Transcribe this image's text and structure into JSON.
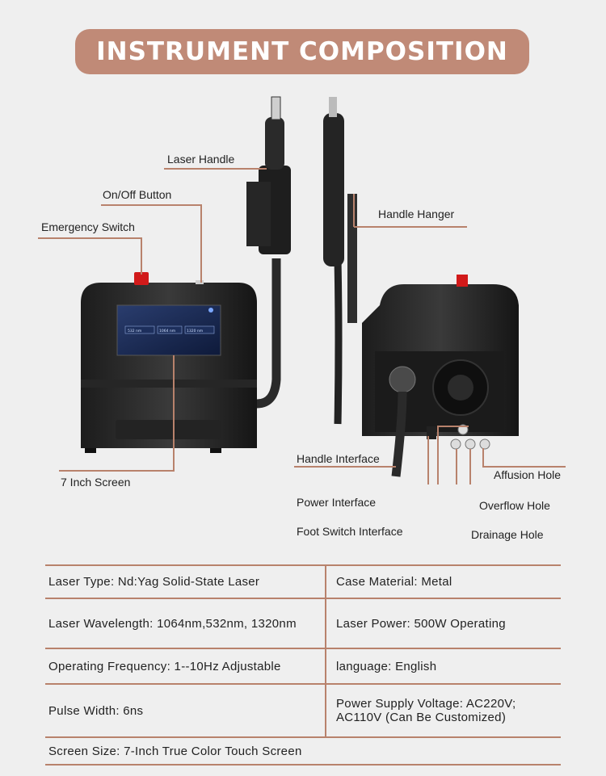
{
  "title": "INSTRUMENT COMPOSITION",
  "callouts": {
    "laser_handle": "Laser Handle",
    "on_off_button": "On/Off Button",
    "emergency_switch": "Emergency Switch",
    "handle_hanger": "Handle Hanger",
    "seven_inch_screen": "7 Inch Screen",
    "handle_interface": "Handle Interface",
    "affusion_hole": "Affusion Hole",
    "power_interface": "Power Interface",
    "overflow_hole": "Overflow Hole",
    "foot_switch_interface": "Foot Switch Interface",
    "drainage_hole": "Drainage Hole"
  },
  "screen_buttons": [
    "532 nm",
    "1064 nm",
    "1320 nm"
  ],
  "specs": [
    [
      "Laser Type: Nd:Yag Solid-State Laser",
      "Case Material: Metal"
    ],
    [
      "Laser Wavelength: 1064nm,532nm, 1320nm",
      "Laser Power: 500W Operating"
    ],
    [
      "Operating Frequency: 1--10Hz Adjustable",
      "language: English"
    ],
    [
      "Pulse Width: 6ns",
      "Power Supply Voltage: AC220V; AC110V (Can Be Customized)"
    ],
    [
      "Screen Size: 7-Inch True Color Touch Screen"
    ]
  ],
  "colors": {
    "accent": "#c08a77",
    "line": "#b8826c",
    "background": "#efefef"
  }
}
